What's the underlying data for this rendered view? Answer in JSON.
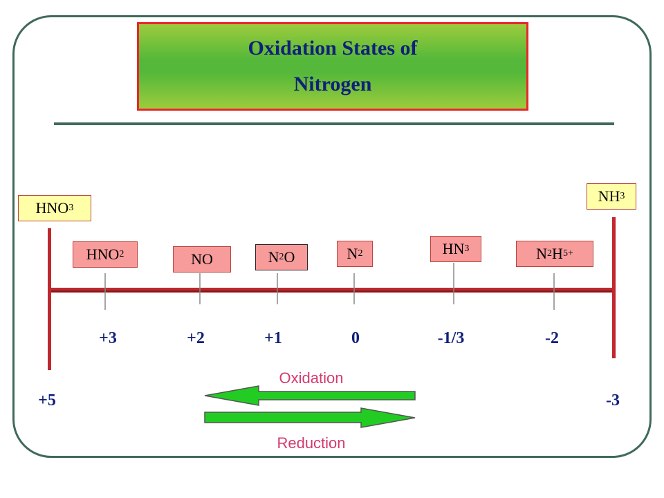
{
  "title": {
    "line1": "Oxidation States of",
    "line2": "Nitrogen"
  },
  "species": [
    {
      "id": "hno3",
      "base": "HNO",
      "sub": "3",
      "base2": "",
      "sub2": "",
      "sup": "",
      "oxidation_state": "+5",
      "style": "yellow"
    },
    {
      "id": "hno2",
      "base": "HNO",
      "sub": "2",
      "base2": "",
      "sub2": "",
      "sup": "",
      "oxidation_state": "+3",
      "style": "pink"
    },
    {
      "id": "no",
      "base": "NO",
      "sub": "",
      "base2": "",
      "sub2": "",
      "sup": "",
      "oxidation_state": "+2",
      "style": "pink"
    },
    {
      "id": "n2o",
      "base": "N",
      "sub": "2",
      "base2": "O",
      "sub2": "",
      "sup": "",
      "oxidation_state": "+1",
      "style": "pink-dark"
    },
    {
      "id": "n2",
      "base": "N",
      "sub": "2",
      "base2": "",
      "sub2": "",
      "sup": "",
      "oxidation_state": "0",
      "style": "pink"
    },
    {
      "id": "hn3",
      "base": "HN",
      "sub": "3",
      "base2": "",
      "sub2": "",
      "sup": "",
      "oxidation_state": "-1/3",
      "style": "pink"
    },
    {
      "id": "n2h5",
      "base": "N",
      "sub": "2",
      "base2": "H",
      "sub2": "5",
      "sup": "+",
      "oxidation_state": "-2",
      "style": "pink"
    },
    {
      "id": "nh3",
      "base": "NH",
      "sub": "3",
      "base2": "",
      "sub2": "",
      "sup": "",
      "oxidation_state": "-3",
      "style": "yellow"
    }
  ],
  "arrows": {
    "oxidation_label": "Oxidation",
    "reduction_label": "Reduction",
    "color": "#22cc22"
  },
  "colors": {
    "scale_line": "#c0282e",
    "frame": "#3f6a58",
    "state_text": "#10207a",
    "arrow_label": "#d43a6e",
    "box_pink": "#f79b9b",
    "box_yellow": "#ffffa8"
  }
}
